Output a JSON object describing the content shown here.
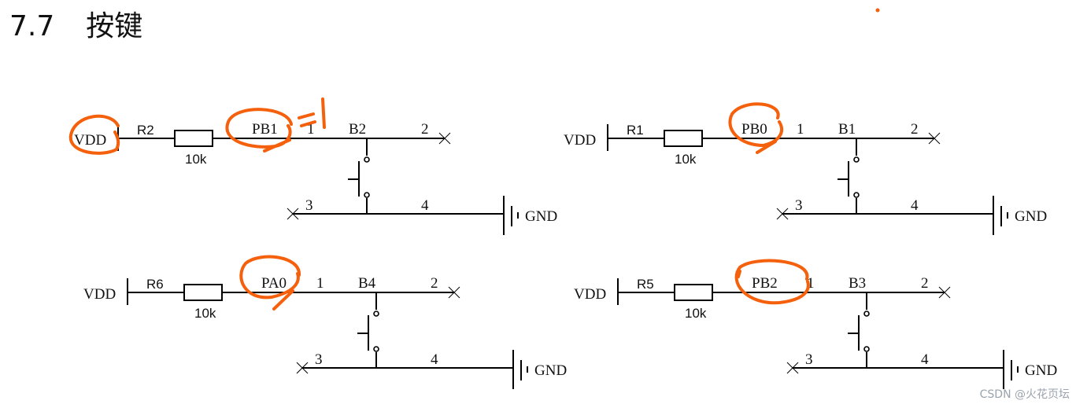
{
  "title": {
    "number": "7.7",
    "text": "按键"
  },
  "circuits": [
    {
      "supply": "VDD",
      "resistor": "R2",
      "value": "10k",
      "net": "PB1",
      "switch": "B2",
      "pins": [
        "1",
        "2",
        "3",
        "4"
      ],
      "ground": "GND"
    },
    {
      "supply": "VDD",
      "resistor": "R1",
      "value": "10k",
      "net": "PB0",
      "switch": "B1",
      "pins": [
        "1",
        "2",
        "3",
        "4"
      ],
      "ground": "GND"
    },
    {
      "supply": "VDD",
      "resistor": "R6",
      "value": "10k",
      "net": "PA0",
      "switch": "B4",
      "pins": [
        "1",
        "2",
        "3",
        "4"
      ],
      "ground": "GND"
    },
    {
      "supply": "VDD",
      "resistor": "R5",
      "value": "10k",
      "net": "PB2",
      "switch": "B3",
      "pins": [
        "1",
        "2",
        "3",
        "4"
      ],
      "ground": "GND"
    }
  ],
  "annotation": {
    "note": "=1",
    "color": "#f4600c"
  },
  "watermark": "CSDN @火花页坛"
}
